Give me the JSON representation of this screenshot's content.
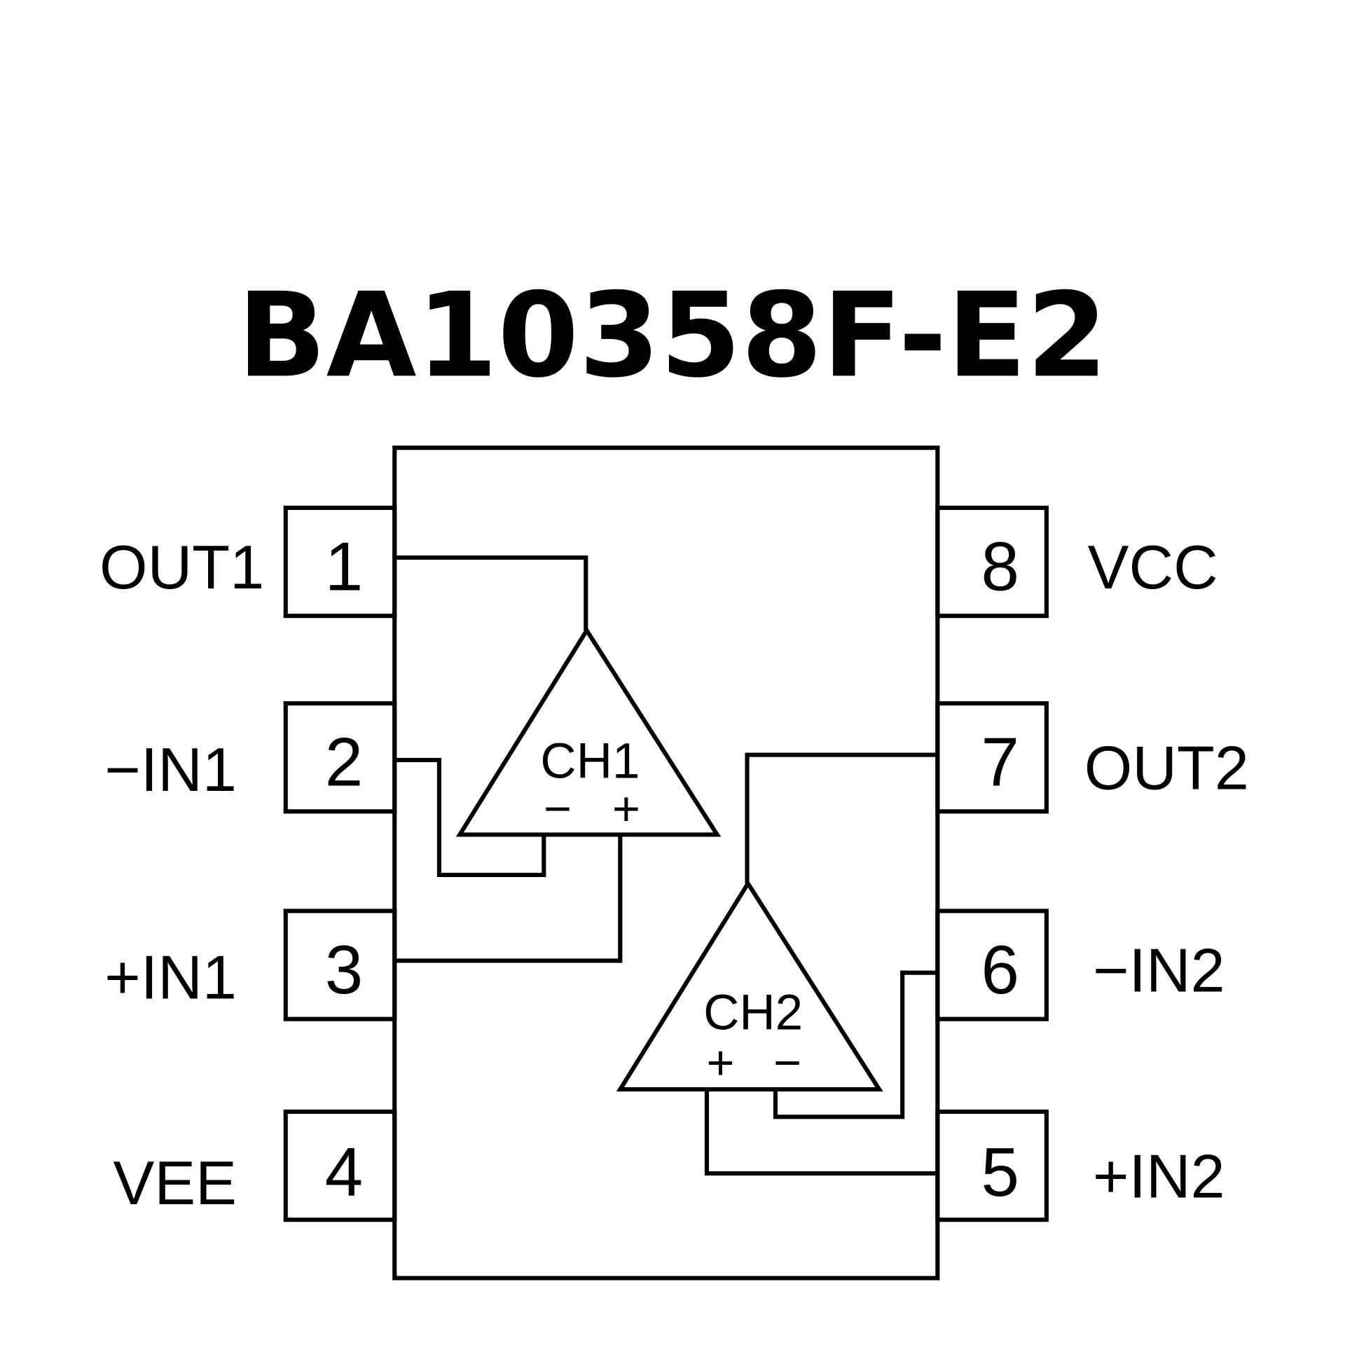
{
  "title": "BA10358F-E2",
  "colors": {
    "stroke": "#000000",
    "background": "#ffffff"
  },
  "left_pins": [
    {
      "number": "1",
      "label": "OUT1"
    },
    {
      "number": "2",
      "label": "−IN1"
    },
    {
      "number": "3",
      "label": "+IN1"
    },
    {
      "number": "4",
      "label": "VEE"
    }
  ],
  "right_pins": [
    {
      "number": "8",
      "label": "VCC"
    },
    {
      "number": "7",
      "label": "OUT2"
    },
    {
      "number": "6",
      "label": "−IN2"
    },
    {
      "number": "5",
      "label": "+IN2"
    }
  ],
  "amplifiers": [
    {
      "name": "CH1",
      "left_input": "−",
      "right_input": "+"
    },
    {
      "name": "CH2",
      "left_input": "+",
      "right_input": "−"
    }
  ]
}
